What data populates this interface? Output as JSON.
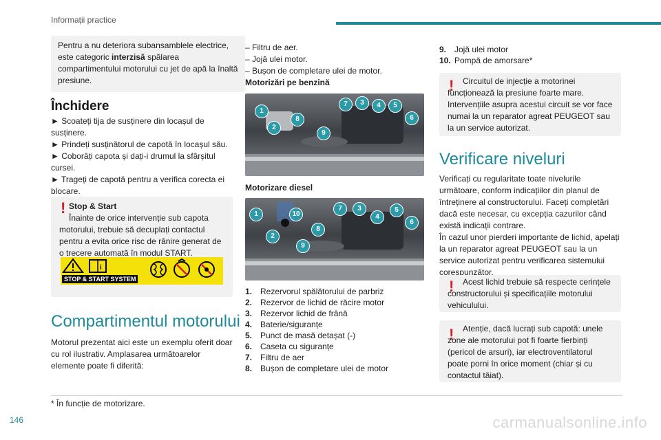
{
  "header": {
    "title": "Informații practice"
  },
  "page_number": "146",
  "footnote": "* În funcție de motorizare.",
  "watermark": "carmanualsonline.info",
  "col1": {
    "notice_pre": "Pentru a nu deteriora subansamblele electrice, este categoric ",
    "notice_bold": "interzisă",
    "notice_post": " spălarea compartimentului motorului cu jet de apă la înaltă presiune.",
    "closing_title": "Închidere",
    "closing_steps": [
      "► Scoateți tija de susținere din locașul de susținere.",
      "► Prindeți susținătorul de capotă în locașul său.",
      "► Coborâți capota și dați-i drumul la sfârșitul cursei.",
      "► Trageți de capotă pentru a verifica corecta ei blocare."
    ],
    "stop_start_title": "Stop & Start",
    "stop_start_text": "Înainte de orice intervenție sub capota motorului, trebuie să decuplați contactul pentru a evita orice risc de rănire generat de o trecere automată în modul START.",
    "stop_start_label": "STOP & START SYSTEM",
    "engine_title": "Compartimentul motorului",
    "engine_text": "Motorul prezentat aici este un exemplu oferit doar cu rol ilustrativ. Amplasarea următoarelor elemente poate fi diferită:"
  },
  "col2": {
    "dash_items": [
      "– Filtru de aer.",
      "– Jojă ulei motor.",
      "– Bușon de completare ulei de motor."
    ],
    "petrol_title": "Motorizări pe benzină",
    "diesel_title": "Motorizare diesel",
    "petrol_badges": [
      "1",
      "2",
      "8",
      "9",
      "7",
      "3",
      "4",
      "5",
      "6"
    ],
    "diesel_badges": [
      "1",
      "2",
      "10",
      "8",
      "9",
      "7",
      "3",
      "4",
      "5",
      "6"
    ],
    "items": [
      {
        "n": "1.",
        "t": "Rezervorul spălătorului de parbriz"
      },
      {
        "n": "2.",
        "t": "Rezervor de lichid de răcire motor"
      },
      {
        "n": "3.",
        "t": "Rezervor lichid de frână"
      },
      {
        "n": "4.",
        "t": "Baterie/siguranțe"
      },
      {
        "n": "5.",
        "t": "Punct de masă detașat (-)"
      },
      {
        "n": "6.",
        "t": "Caseta cu siguranțe"
      },
      {
        "n": "7.",
        "t": "Filtru de aer"
      },
      {
        "n": "8.",
        "t": "Bușon de completare ulei de motor"
      }
    ]
  },
  "col3": {
    "items": [
      {
        "n": "9.",
        "t": "Jojă ulei motor"
      },
      {
        "n": "10.",
        "t": "Pompă de amorsare*"
      }
    ],
    "injection_warning": "Circuitul de injecție a motorinei funcționează la presiune foarte mare. Intervențiile asupra acestui circuit se vor face numai la un reparator agreat PEUGEOT sau la un service autorizat.",
    "levels_title": "Verificare niveluri",
    "levels_text1": "Verificați cu regularitate toate nivelurile următoare, conform indicațiilor din planul de întreținere al constructorului. Faceți completări dacă este necesar, cu excepția cazurilor când există indicații contrare.",
    "levels_text2": "În cazul unor pierderi importante de lichid, apelați la un reparator agreat PEUGEOT sau la un service autorizat pentru verificarea sistemului corespunzător.",
    "liquid_warning": "Acest lichid trebuie să respecte cerințele constructorului și specificațiile motorului vehiculului.",
    "hot_warning": "Atenție, dacă lucrați sub capotă: unele zone ale motorului pot fi foarte fierbinți (pericol de arsuri), iar electroventilatorul poate porni în orice moment (chiar și cu contactul tăiat)."
  },
  "colors": {
    "accent": "#1e8a99",
    "warning": "#d91f26",
    "label_yellow": "#f5e10a"
  },
  "icons": [
    "warning-triangle-icon",
    "manual-book-icon",
    "spring-icon",
    "no-hand-icon",
    "no-touch-fan-icon",
    "exclamation-icon"
  ]
}
